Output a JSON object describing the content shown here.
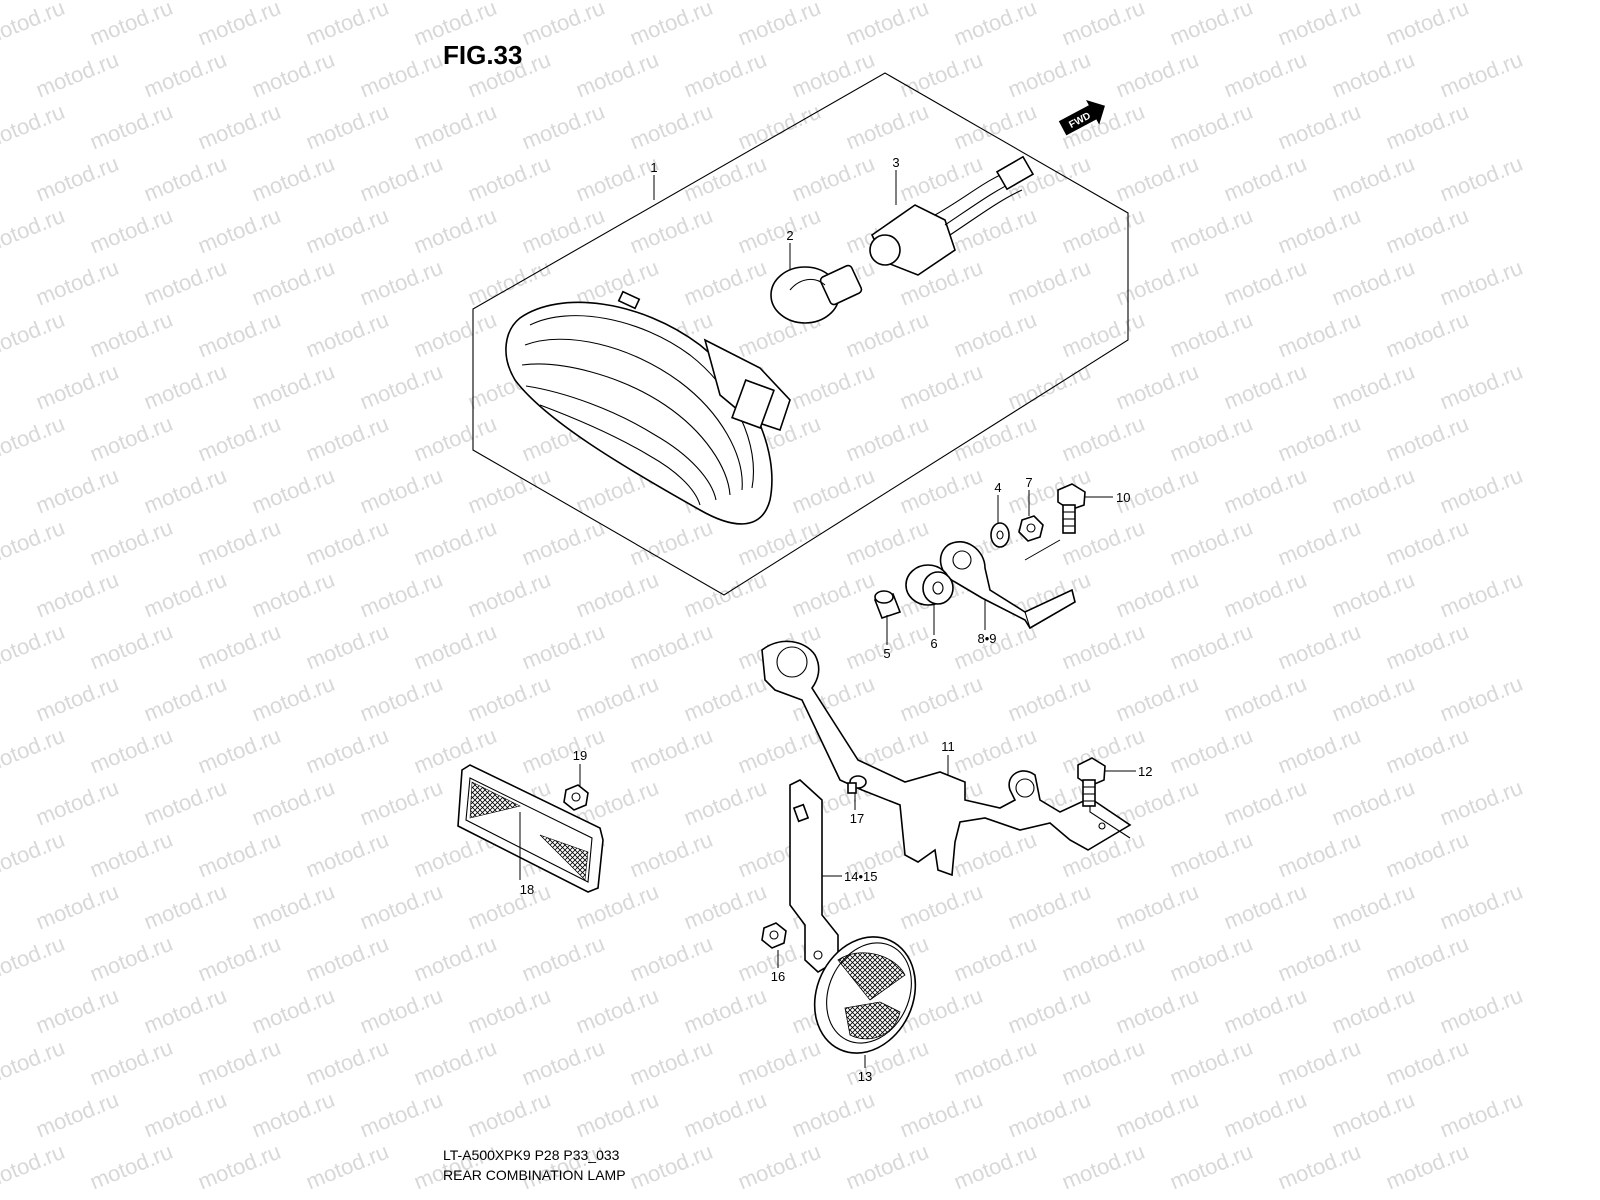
{
  "figure": {
    "title": "FIG.33"
  },
  "footer": {
    "model_code": "LT-A500XPK9 P28 P33_033",
    "caption": "REAR COMBINATION LAMP"
  },
  "watermark": {
    "text": "motod.ru"
  },
  "forward_marker": {
    "label": "FWD"
  },
  "callouts": {
    "c1": "1",
    "c2": "2",
    "c3": "3",
    "c4": "4",
    "c5": "5",
    "c6": "6",
    "c7": "7",
    "c8_9": "8•9",
    "c10": "10",
    "c11": "11",
    "c12": "12",
    "c13": "13",
    "c14_15": "14•15",
    "c16": "16",
    "c17": "17",
    "c18": "18",
    "c19": "19"
  },
  "colors": {
    "line": "#000000",
    "watermark": "#d8d8d8",
    "background": "#ffffff"
  }
}
